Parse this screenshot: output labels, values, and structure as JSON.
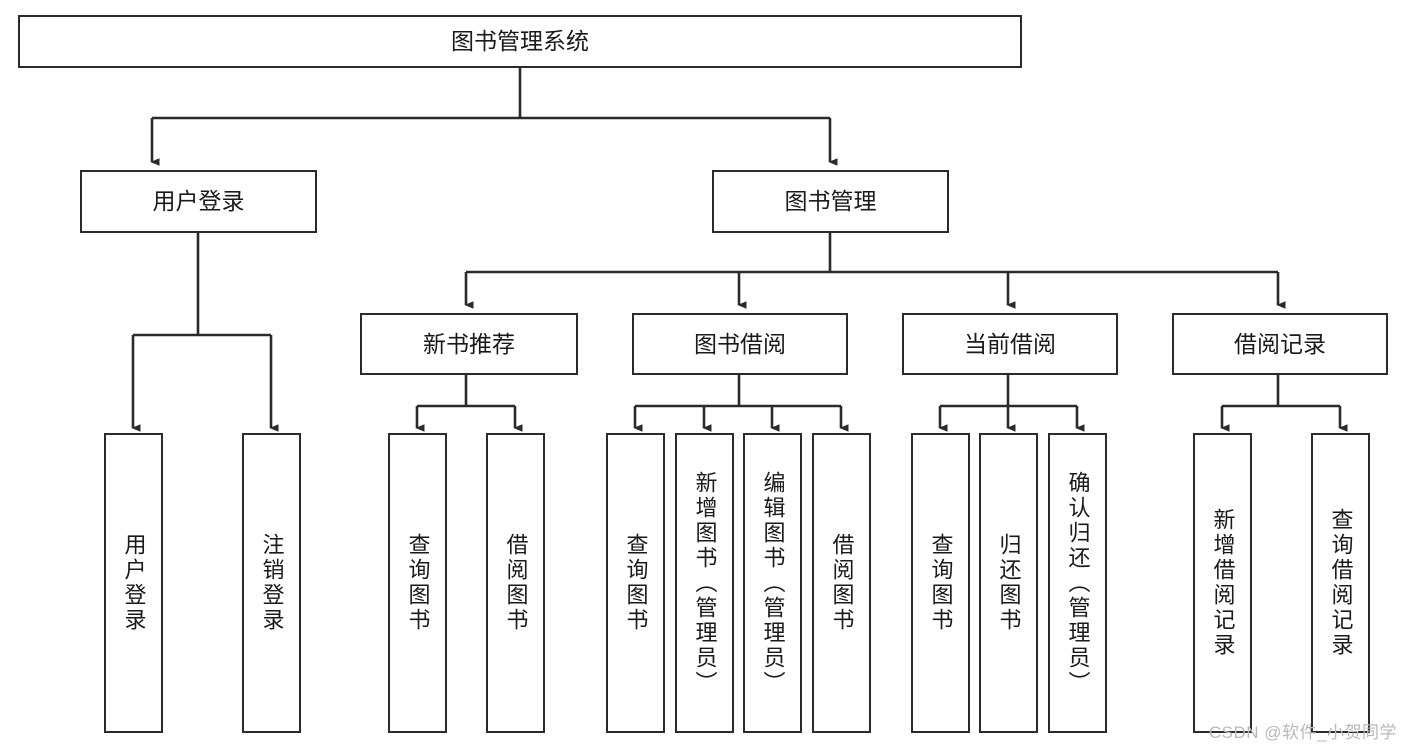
{
  "diagram": {
    "type": "tree-hierarchy-chart",
    "title": "图书管理系统",
    "colors": {
      "box_stroke": "#2b2b2b",
      "box_fill": "#ffffff",
      "edge": "#2b2b2b",
      "text": "#1a1a1a",
      "watermark": "#b9b9b9",
      "background": "#ffffff"
    },
    "root": {
      "label": "图书管理系统",
      "orientation": "horizontal"
    },
    "level2": [
      {
        "label": "用户登录",
        "orientation": "horizontal"
      },
      {
        "label": "图书管理",
        "orientation": "horizontal"
      }
    ],
    "level3": [
      {
        "label": "新书推荐",
        "orientation": "horizontal"
      },
      {
        "label": "图书借阅",
        "orientation": "horizontal"
      },
      {
        "label": "当前借阅",
        "orientation": "horizontal"
      },
      {
        "label": "借阅记录",
        "orientation": "horizontal"
      }
    ],
    "leaves": {
      "user_login": [
        {
          "label": "用户登录",
          "orientation": "vertical"
        },
        {
          "label": "注销登录",
          "orientation": "vertical"
        }
      ],
      "new_book_recommend": [
        {
          "label": "查询图书",
          "orientation": "vertical"
        },
        {
          "label": "借阅图书",
          "orientation": "vertical"
        }
      ],
      "book_borrow": [
        {
          "label": "查询图书",
          "orientation": "vertical"
        },
        {
          "label": "新增图书（管理员）",
          "orientation": "vertical"
        },
        {
          "label": "编辑图书（管理员）",
          "orientation": "vertical"
        },
        {
          "label": "借阅图书",
          "orientation": "vertical"
        }
      ],
      "current_borrow": [
        {
          "label": "查询图书",
          "orientation": "vertical"
        },
        {
          "label": "归还图书",
          "orientation": "vertical"
        },
        {
          "label": "确认归还（管理员）",
          "orientation": "vertical"
        }
      ],
      "borrow_record": [
        {
          "label": "新增借阅记录",
          "orientation": "vertical"
        },
        {
          "label": "查询借阅记录",
          "orientation": "vertical"
        }
      ]
    },
    "watermark": "CSDN @软件_小贺同学"
  }
}
